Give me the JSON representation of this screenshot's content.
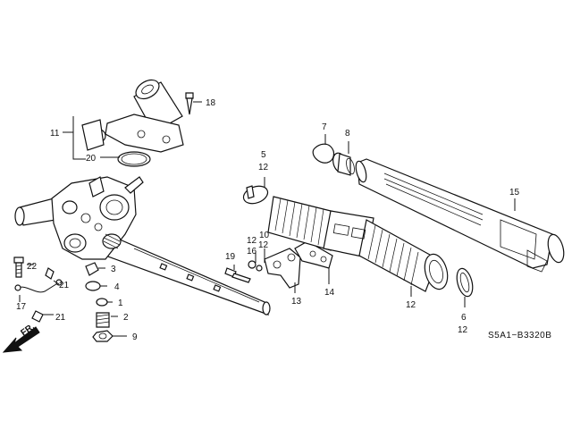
{
  "callouts": {
    "c1": "1",
    "c2": "2",
    "c3": "3",
    "c4": "4",
    "c5": "5",
    "c6": "6",
    "c6b": "12",
    "c5b": "12",
    "c7": "7",
    "c8": "8",
    "c9": "9",
    "c10": "10",
    "c11": "11",
    "c12a": "12",
    "c12b": "12",
    "c12c": "12",
    "c13": "13",
    "c14": "14",
    "c15": "15",
    "c16": "16",
    "c17": "17",
    "c18": "18",
    "c19": "19",
    "c20": "20",
    "c21a": "21",
    "c21b": "21",
    "c22": "22"
  },
  "diagram_code": "S5A1−B3320B",
  "direction_label": "FR.",
  "colors": {
    "line": "#111111",
    "background": "#ffffff"
  }
}
